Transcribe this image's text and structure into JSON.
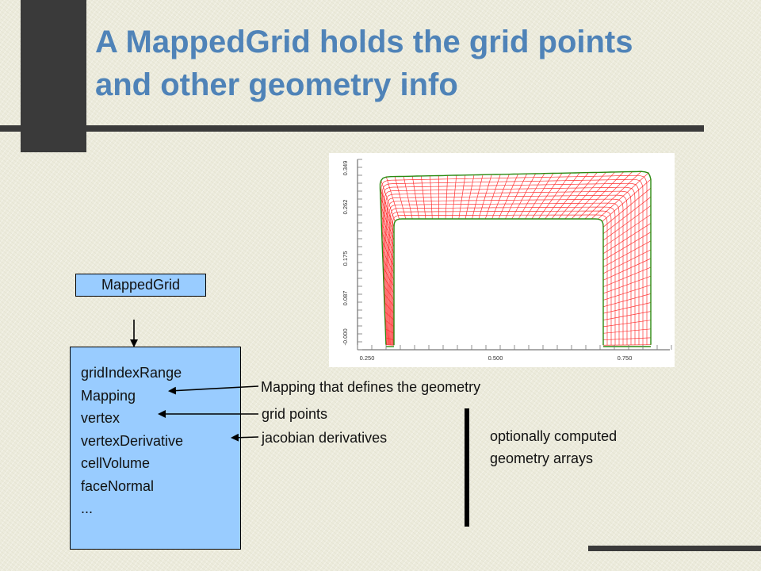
{
  "slide": {
    "title_lines": [
      "A MappedGrid holds the grid points",
      "and other geometry info"
    ]
  },
  "diagram": {
    "class_label": "MappedGrid",
    "fields": [
      "gridIndexRange",
      "Mapping",
      "vertex",
      "vertexDerivative",
      "cellVolume",
      "faceNormal",
      "..."
    ],
    "annotations": {
      "mapping": "Mapping that defines the geometry",
      "vertex": "grid points",
      "vertexDerivative": "jacobian derivatives"
    },
    "note_lines": [
      "optionally computed",
      "geometry arrays"
    ]
  },
  "plot": {
    "x_ticks": [
      "0.250",
      "0.500",
      "0.750"
    ],
    "y_ticks": [
      "-0.000",
      "0.087",
      "0.175",
      "0.262",
      "0.349"
    ],
    "colors": {
      "grid": "#ff3333",
      "boundary": "#2a8a10"
    }
  }
}
